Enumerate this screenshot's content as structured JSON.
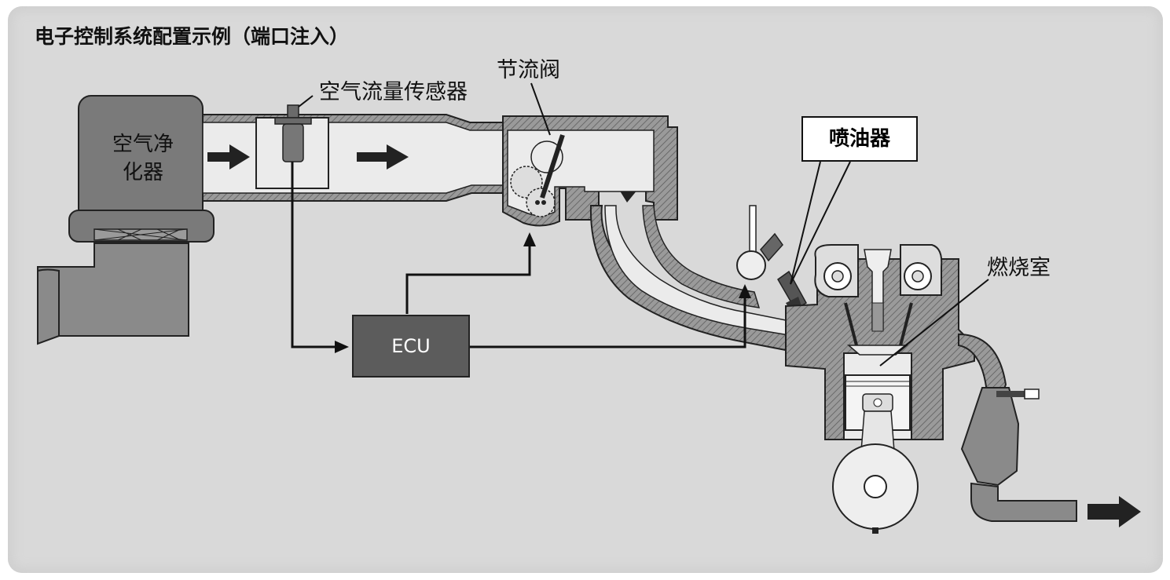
{
  "title": "电子控制系统配置示例（端口注入）",
  "labels": {
    "air_cleaner": "空气净化器",
    "maf_sensor": "空气流量传感器",
    "throttle_valve": "节流阀",
    "ecu": "ECU",
    "injector": "喷油器",
    "combustion_chamber": "燃烧室"
  },
  "colors": {
    "background": "#d9d9d9",
    "component_gray": "#7a7a7a",
    "ecu_fill": "#5c5c5c",
    "pipe_fill": "#ebebeb",
    "outline": "#222222"
  }
}
